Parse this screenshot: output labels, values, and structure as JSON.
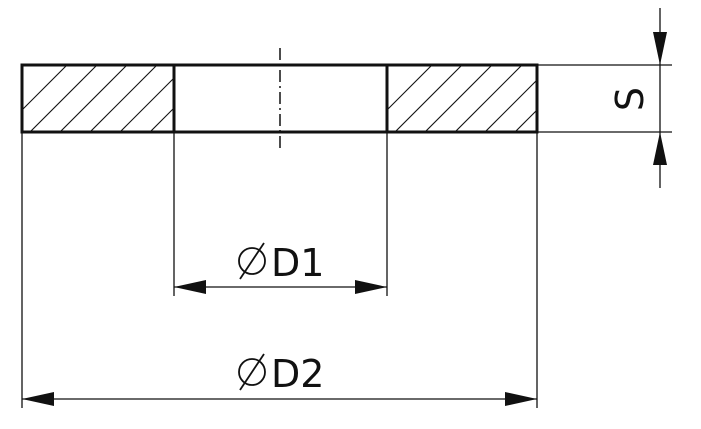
{
  "dimensions": {
    "thickness": {
      "label": "S"
    },
    "inner_diameter": {
      "symbol": "⌀",
      "label": "D1"
    },
    "outer_diameter": {
      "symbol": "⌀",
      "label": "D2"
    }
  },
  "colors": {
    "line": "#111111",
    "background": "#ffffff"
  }
}
